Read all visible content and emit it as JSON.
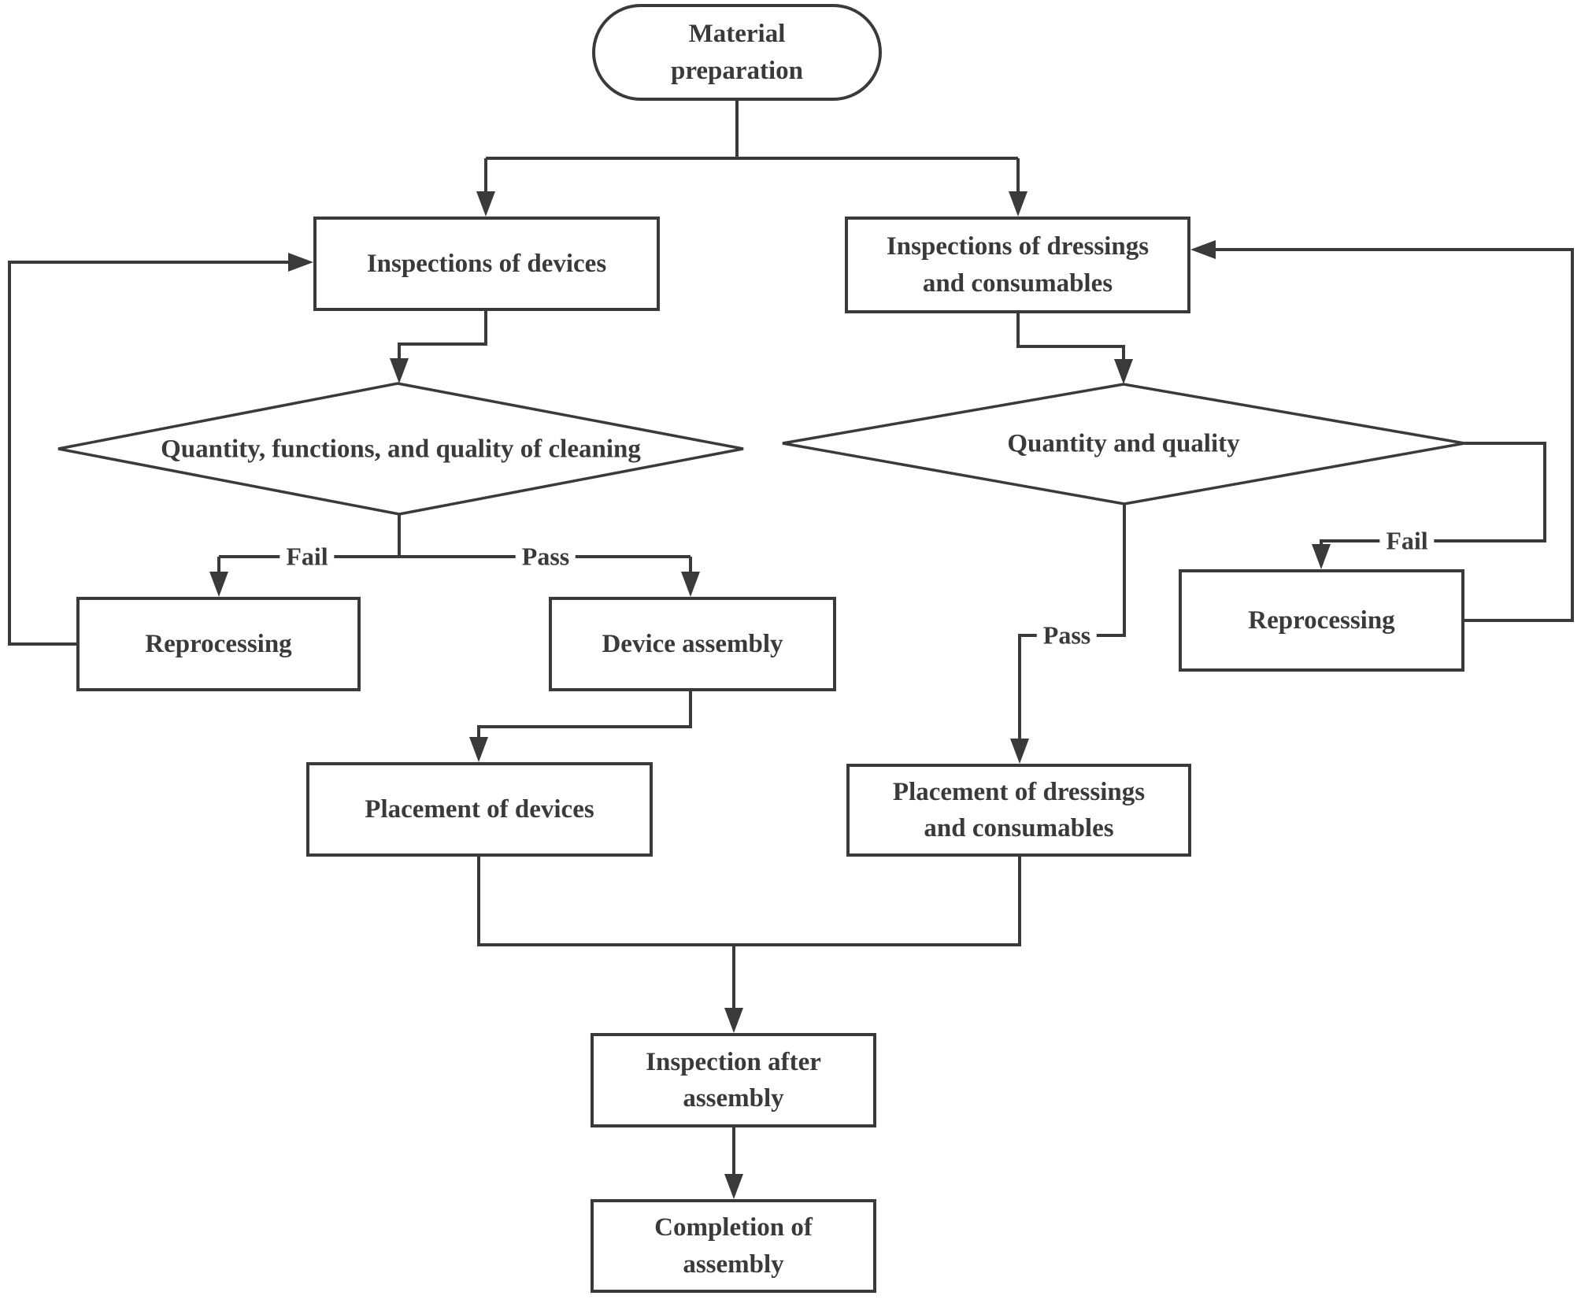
{
  "flowchart": {
    "nodes": {
      "material_preparation": {
        "label": "Material preparation",
        "type": "terminator"
      },
      "inspections_devices": {
        "label": "Inspections of devices",
        "type": "process"
      },
      "inspections_dressings": {
        "label": "Inspections of dressings and consumables",
        "type": "process"
      },
      "decision_devices": {
        "label": "Quantity, functions, and quality of cleaning",
        "type": "decision"
      },
      "decision_dressings": {
        "label": "Quantity and quality",
        "type": "decision"
      },
      "reprocessing_left": {
        "label": "Reprocessing",
        "type": "process"
      },
      "device_assembly": {
        "label": "Device assembly",
        "type": "process"
      },
      "reprocessing_right": {
        "label": "Reprocessing",
        "type": "process"
      },
      "placement_devices": {
        "label": "Placement of devices",
        "type": "process"
      },
      "placement_dressings": {
        "label": "Placement of dressings and consumables",
        "type": "process"
      },
      "inspection_after_assembly": {
        "label": "Inspection after assembly",
        "type": "process"
      },
      "completion_assembly": {
        "label": "Completion of assembly",
        "type": "process"
      }
    },
    "edge_labels": {
      "fail_left": "Fail",
      "pass_left": "Pass",
      "pass_right": "Pass",
      "fail_right": "Fail"
    },
    "colors": {
      "line": "#3a3a3a",
      "text": "#3a3a3a",
      "background": "#ffffff"
    }
  }
}
